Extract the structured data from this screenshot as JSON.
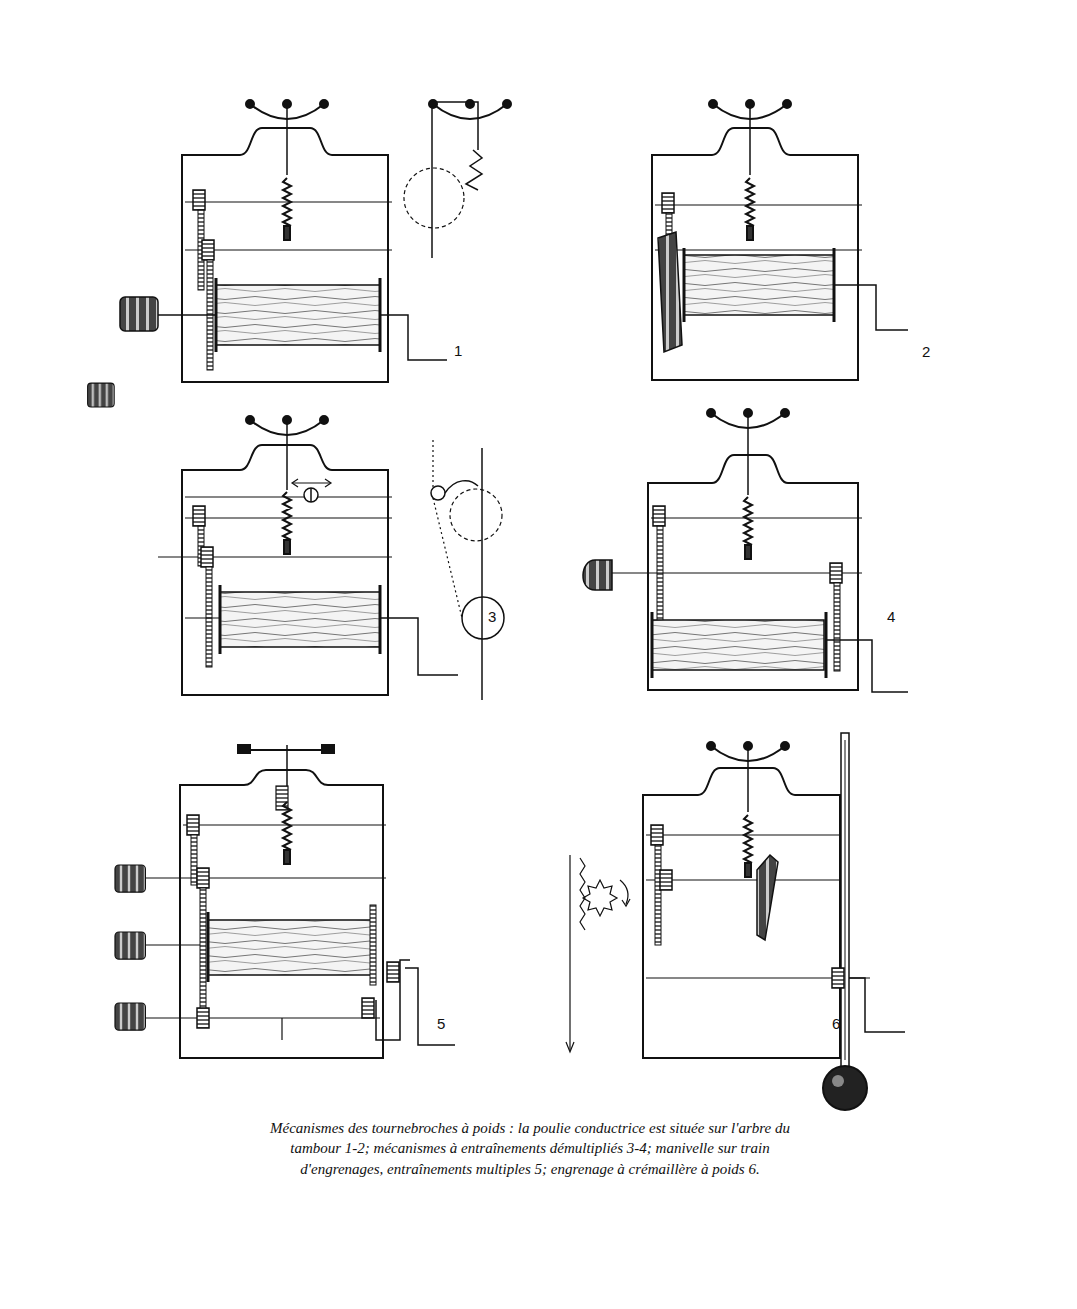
{
  "diagram": {
    "caption": "Mécanismes des tournebroches à poids : la poulie conductrice est située sur l'arbre du tambour 1-2; mécanismes à entraînements démultipliés 3-4; manivelle sur train d'engrenages, entraînements multiples 5; engrenage à crémaillère à poids 6.",
    "labels": [
      "1",
      "2",
      "3",
      "4",
      "5",
      "6"
    ]
  }
}
